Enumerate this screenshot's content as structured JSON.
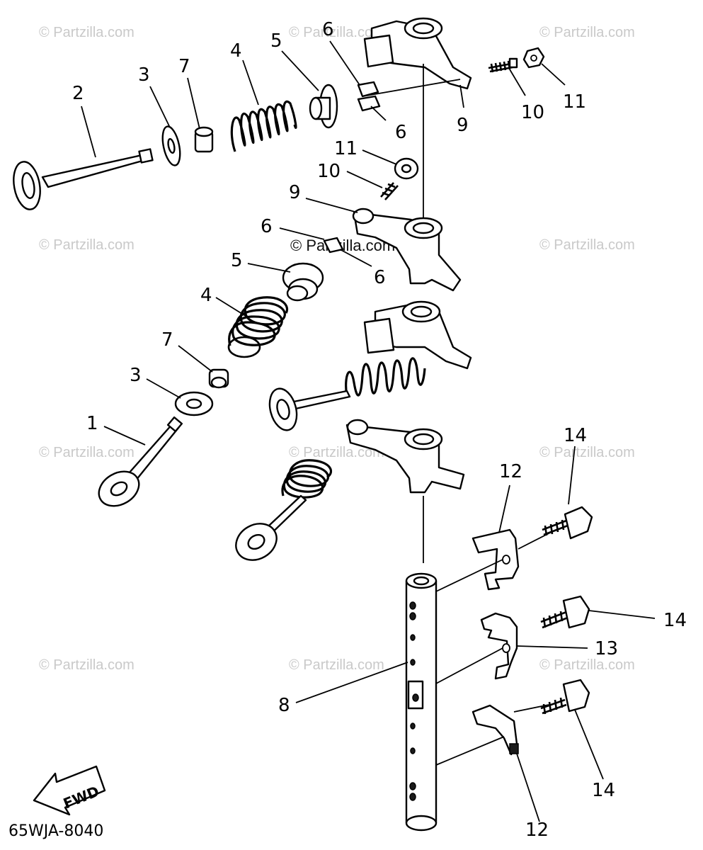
{
  "diagram": {
    "drawing_code": "65WJA-8040",
    "direction_label": "FWD",
    "watermark": "© Partzilla.com",
    "watermark_center": "© Partzilla.com",
    "callouts": {
      "c2": "2",
      "c3a": "3",
      "c7a": "7",
      "c4a": "4",
      "c5a": "5",
      "c6a": "6",
      "c6b": "6",
      "c9a": "9",
      "c10a": "10",
      "c11a": "11",
      "c11b": "11",
      "c10b": "10",
      "c9b": "9",
      "c6c": "6",
      "c6d": "6",
      "c5b": "5",
      "c4b": "4",
      "c7b": "7",
      "c3b": "3",
      "c1": "1",
      "c14a": "14",
      "c12a": "12",
      "c14b": "14",
      "c13": "13",
      "c8": "8",
      "c14c": "14",
      "c12b": "12"
    }
  }
}
